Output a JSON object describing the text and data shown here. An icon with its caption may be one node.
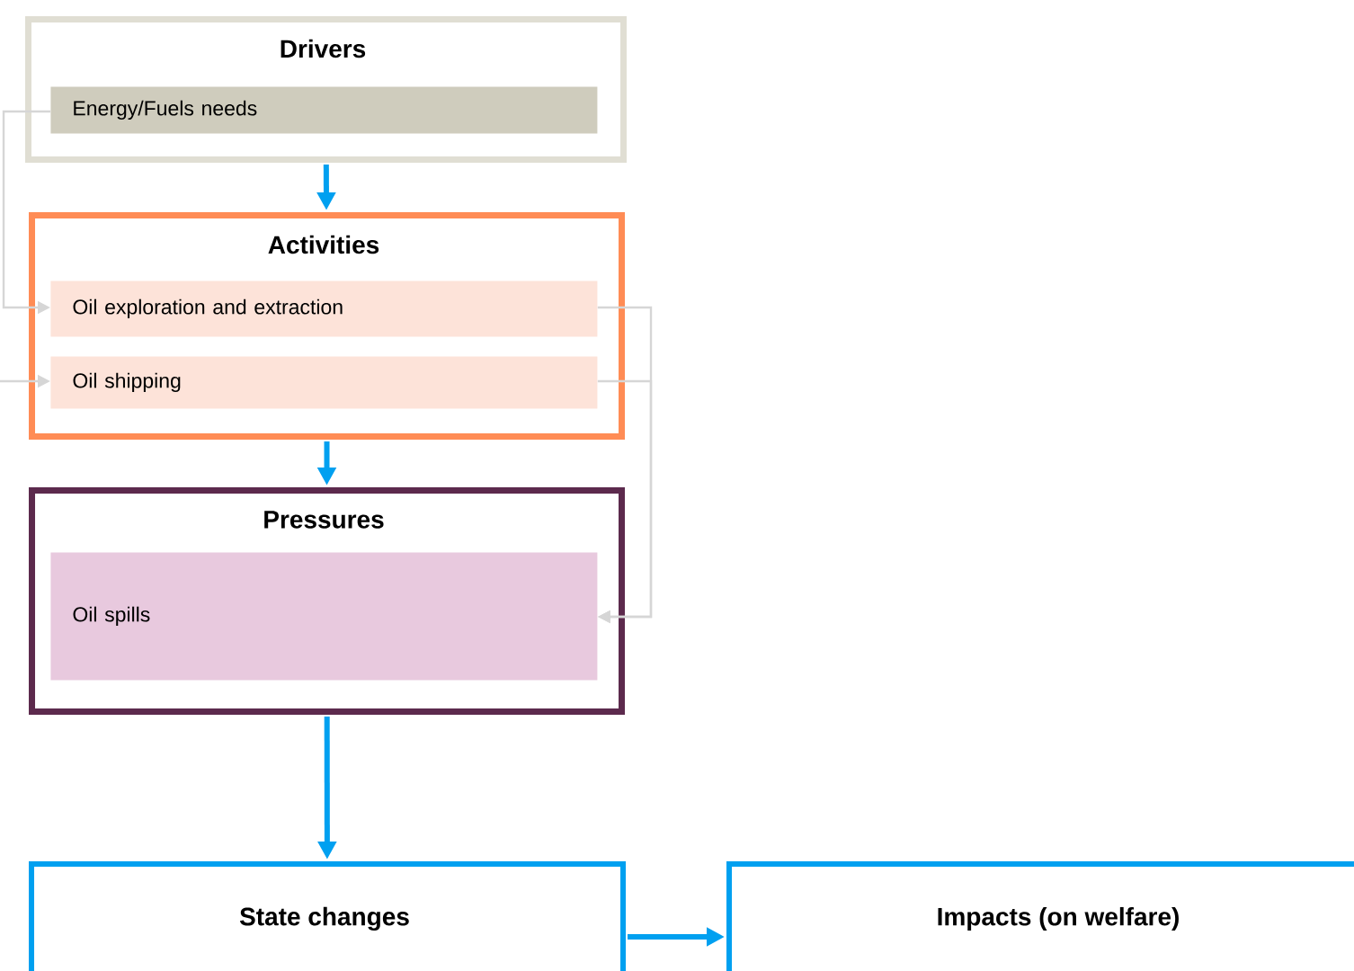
{
  "diagram": {
    "nodes": [
      {
        "text": [
          "Drivers"
        ]
      },
      {
        "text": [
          "Energy/Fuels needs"
        ],
        "in": 0
      },
      {
        "text": [
          "Activities"
        ]
      },
      {
        "text": [
          "Oil exploration and extraction"
        ],
        "in": 2
      },
      {
        "text": [
          "Oil shipping"
        ],
        "in": 2
      },
      {
        "text": [
          "Pressures"
        ]
      },
      {
        "text": [
          "Oil spills"
        ],
        "in": 5
      },
      {
        "text": [
          "State changes"
        ]
      },
      {
        "text": [
          "Impacts (on welfare)"
        ]
      }
    ],
    "edges": [
      {
        "from": 0,
        "to": 2,
        "arrow": "to",
        "style": "thick",
        "color": "#00a0f0"
      },
      {
        "from": 2,
        "to": 5,
        "arrow": "to",
        "style": "thick",
        "color": "#00a0f0"
      },
      {
        "from": 5,
        "to": 7,
        "arrow": "to",
        "style": "thick",
        "color": "#00a0f0"
      },
      {
        "from": 7,
        "to": 8,
        "arrow": "to",
        "style": "thick",
        "color": "#00a0f0"
      },
      {
        "from": 1,
        "to": 3,
        "arrow": "to",
        "color": "#d6d6d6"
      },
      {
        "from": null,
        "to": 4,
        "arrow": "to",
        "color": "#d6d6d6"
      },
      {
        "from": 3,
        "to": 6,
        "arrow": "to",
        "color": "#d6d6d6"
      },
      {
        "from": 4,
        "to": 6,
        "arrow": "to",
        "color": "#d6d6d6"
      }
    ]
  }
}
